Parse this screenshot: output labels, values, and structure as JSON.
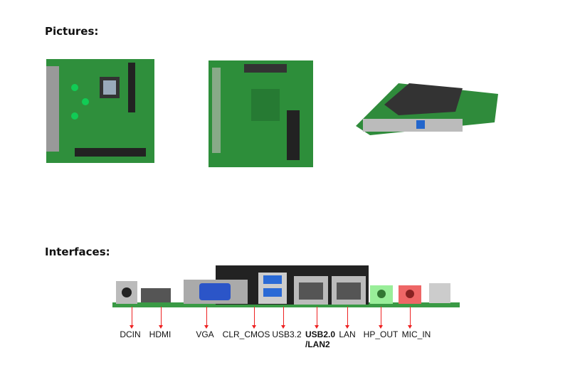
{
  "sections": {
    "pictures_heading": "Pictures:",
    "interfaces_heading": "Interfaces:"
  },
  "interfaces": [
    {
      "label": "DCIN"
    },
    {
      "label": "HDMI"
    },
    {
      "label": "VGA"
    },
    {
      "label": "CLR_CMOS"
    },
    {
      "label": "USB3.2"
    },
    {
      "label": "USB2.0\n/LAN2"
    },
    {
      "label": "LAN"
    },
    {
      "label": "HP_OUT"
    },
    {
      "label": "MIC_IN"
    }
  ],
  "colors": {
    "pcb": "#2e8b3a",
    "arrow": "#e22222"
  }
}
